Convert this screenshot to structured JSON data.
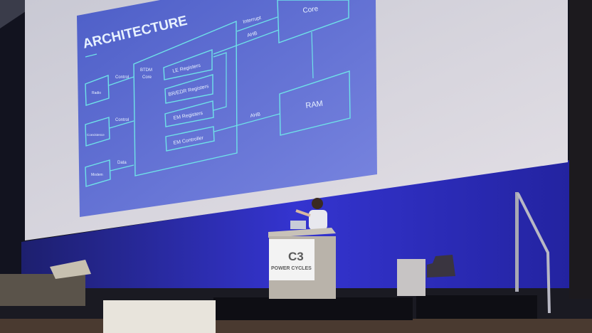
{
  "slide": {
    "title": "ARCHITECTURE",
    "blocks": {
      "core": "Core",
      "ram": "RAM",
      "btdm_core_line1": "BTDM",
      "btdm_core_line2": "Core",
      "radio": "Radio",
      "coexistence": "Coexistence",
      "modem": "Modem",
      "le_registers": "LE Registers",
      "bredr_registers": "BR/EDR Registers",
      "em_registers": "EM Registers",
      "em_controller": "EM Controller"
    },
    "links": {
      "radio_link": "Control",
      "coex_link": "Control",
      "modem_link": "Data",
      "interrupt": "Interrupt",
      "ahb_core": "AHB",
      "ahb_ram": "AHB"
    }
  },
  "podium": {
    "logo": "C3",
    "subtitle": "POWER CYCLES"
  },
  "colors": {
    "slide_background": "#5d6fd6",
    "diagram_lines": "#6fe3e8",
    "curtain": "#2a2ab8"
  }
}
